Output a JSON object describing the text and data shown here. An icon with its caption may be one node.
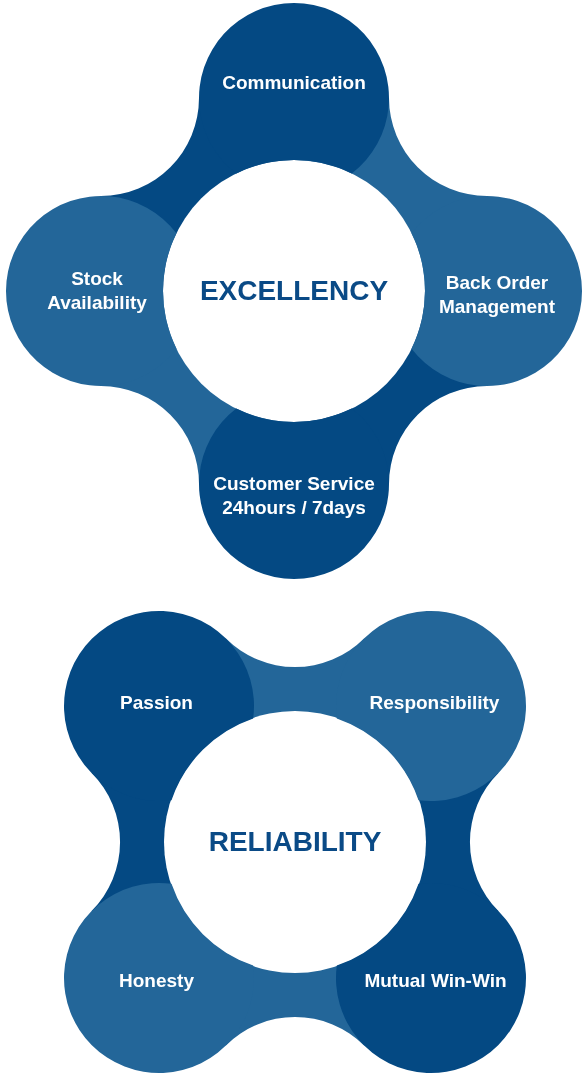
{
  "diagram": {
    "nodes": [
      {
        "text": [
          "Communication"
        ]
      },
      {
        "text": [
          "Stock Availability"
        ]
      },
      {
        "text": [
          "EXCELLENCY"
        ]
      },
      {
        "text": [
          "Back Order Management"
        ]
      },
      {
        "text": [
          "Customer Service 24hours / 7days"
        ]
      },
      {
        "text": [
          "Passion"
        ]
      },
      {
        "text": [
          "Responsibility"
        ]
      },
      {
        "text": [
          "RELIABILITY"
        ]
      },
      {
        "text": [
          "Honesty"
        ]
      },
      {
        "text": [
          "Mutual Win-Win"
        ]
      }
    ]
  }
}
